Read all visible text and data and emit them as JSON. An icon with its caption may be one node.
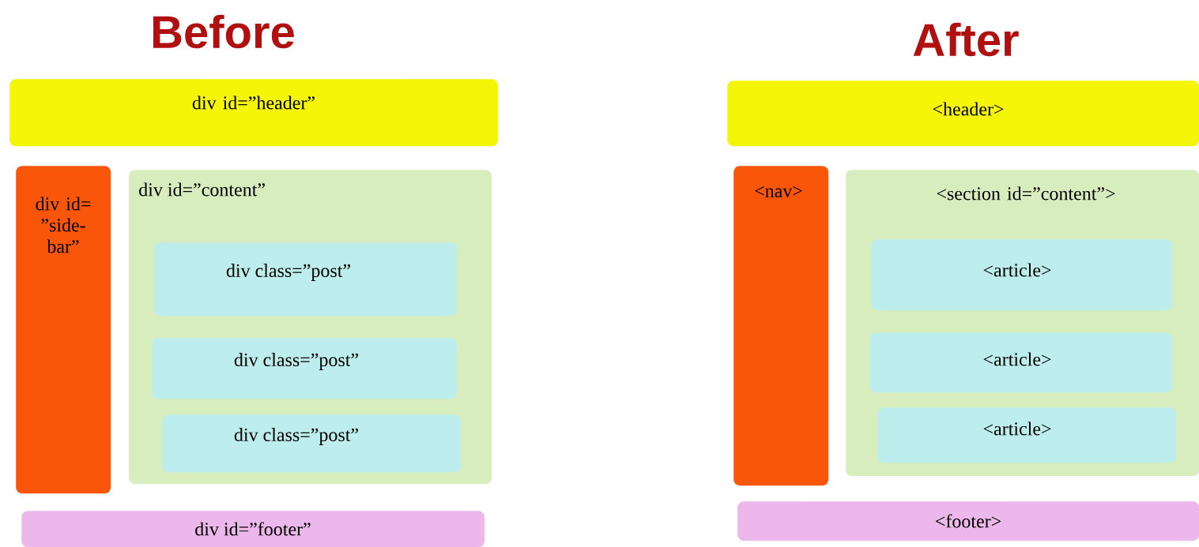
{
  "diagram": {
    "nodes": [
      {
        "text": [
          "div id=”header”"
        ]
      },
      {
        "text": [
          "div id= ”side- bar”"
        ]
      },
      {
        "text": [
          "div id=”content”"
        ]
      },
      {
        "text": [
          "div class=”post”"
        ],
        "in": 2
      },
      {
        "text": [
          "div class=”post”"
        ],
        "in": 2
      },
      {
        "text": [
          "div class=”post”"
        ],
        "in": 2
      },
      {
        "text": [
          "div id=”footer”"
        ]
      },
      {
        "text": [
          "<header>"
        ]
      },
      {
        "text": [
          "<nav>"
        ]
      },
      {
        "text": [
          "<section id=”content”>"
        ]
      },
      {
        "text": [
          "<article>"
        ],
        "in": 9
      },
      {
        "text": [
          "<article>"
        ],
        "in": 9
      },
      {
        "text": [
          "<article>"
        ],
        "in": 9
      },
      {
        "text": [
          "<footer>"
        ]
      }
    ],
    "labels": [
      "Before",
      "After"
    ]
  }
}
